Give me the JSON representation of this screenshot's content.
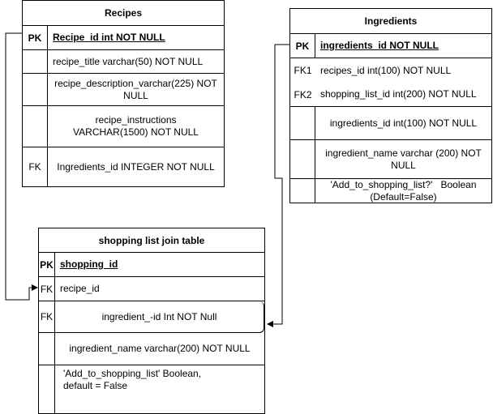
{
  "recipes": {
    "title": "Recipes",
    "rows": [
      {
        "key": "PK",
        "text": "Recipe_id int NOT NULL"
      },
      {
        "key": "",
        "text": "recipe_title varchar(50) NOT NULL"
      },
      {
        "key": "",
        "text": "recipe_description_varchar(225) NOT NULL"
      },
      {
        "key": "",
        "text": "recipe_instructions VARCHAR(1500) NOT NULL"
      },
      {
        "key": "FK",
        "text": "Ingredients_id INTEGER NOT NULL"
      }
    ]
  },
  "ingredients": {
    "title": "Ingredients",
    "rows": [
      {
        "key": "PK",
        "text": "ingredients_id NOT NULL"
      },
      {
        "key": "FK1",
        "text": "recipes_id int(100) NOT NULL"
      },
      {
        "key": "FK2",
        "text": "shopping_list_id int(200) NOT NULL"
      },
      {
        "key": "",
        "text": "ingredients_id int(100) NOT NULL"
      },
      {
        "key": "",
        "text": "ingredient_name varchar (200) NOT NULL"
      },
      {
        "key": "",
        "text": "'Add_to_shopping_list?'   Boolean (Default=False)"
      }
    ]
  },
  "shopping": {
    "title": "shopping list join table",
    "rows": [
      {
        "key": "PK",
        "text": "shopping_id"
      },
      {
        "key": "FK",
        "text": "recipe_id"
      },
      {
        "key": "FK",
        "text": "ingredient_-id Int NOT Null"
      },
      {
        "key": "",
        "text": "ingredient_name varchar(200) NOT NULL"
      },
      {
        "key": "",
        "text": "'Add_to_shopping_list' Boolean,\ndefault = False"
      }
    ]
  }
}
